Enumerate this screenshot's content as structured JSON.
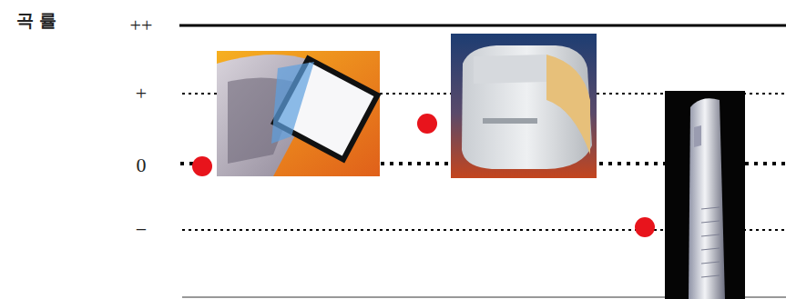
{
  "diagram": {
    "labels": [
      "곡 률",
      "++",
      "+",
      "0",
      "−"
    ]
  }
}
